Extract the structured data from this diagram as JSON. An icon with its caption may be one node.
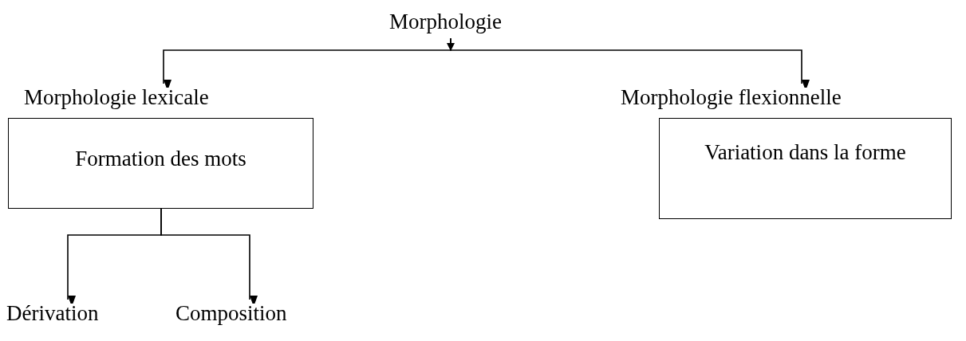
{
  "diagram": {
    "nodes": [
      {
        "text": [
          "Morphologie"
        ]
      },
      {
        "text": [
          "Morphologie lexicale",
          "Formation des mots"
        ]
      },
      {
        "text": [
          "Morphologie flexionnelle",
          "Variation dans la forme"
        ]
      },
      {
        "text": [
          "Dérivation"
        ]
      },
      {
        "text": [
          "Composition"
        ]
      }
    ],
    "edges": [
      {
        "from": 0,
        "to": 1,
        "arrow": "to"
      },
      {
        "from": 0,
        "to": 2,
        "arrow": "to"
      },
      {
        "from": 1,
        "to": 3,
        "arrow": "to"
      },
      {
        "from": 1,
        "to": 4,
        "arrow": "to"
      }
    ]
  }
}
